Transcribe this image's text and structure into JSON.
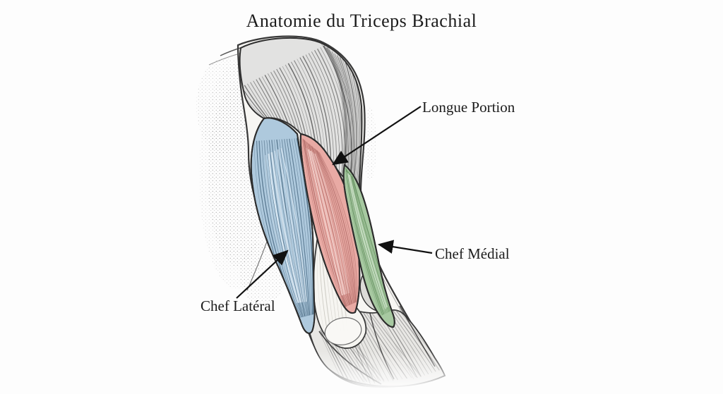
{
  "figure_title": "Anatomie du Triceps Brachial",
  "labels": {
    "longue_portion": "Longue Portion",
    "chef_medial": "Chef Médial",
    "chef_lateral": "Chef Latéral"
  },
  "color_coding": {
    "longue_portion": "#e9aaa4",
    "chef_lateral": "#aec9dd",
    "chef_medial": "#a7c9a1"
  },
  "background_color": "#fdfdfd",
  "line_color": "#161616"
}
